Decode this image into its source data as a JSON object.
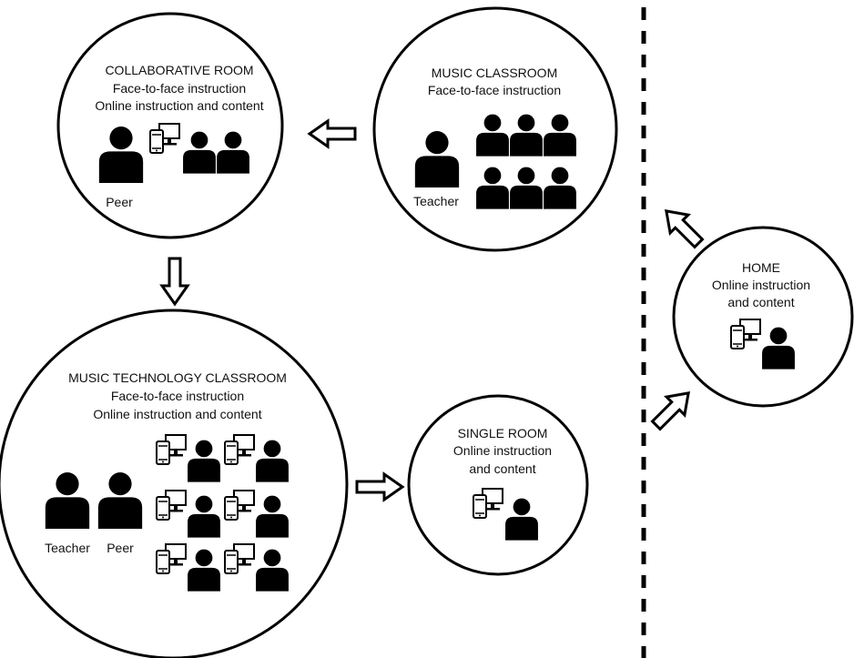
{
  "rooms": {
    "collaborative": {
      "title": "COLLABORATIVE ROOM",
      "line1": "Face-to-face instruction",
      "line2": "Online instruction and content",
      "person_label": "Peer"
    },
    "music_classroom": {
      "title": "MUSIC CLASSROOM",
      "line1": "Face-to-face instruction",
      "person_label": "Teacher"
    },
    "home": {
      "title": "HOME",
      "line1": "Online instruction",
      "line2": "and content"
    },
    "music_technology": {
      "title": "MUSIC TECHNOLOGY CLASSROOM",
      "line1": "Face-to-face instruction",
      "line2": "Online instruction and content",
      "teacher_label": "Teacher",
      "peer_label": "Peer"
    },
    "single": {
      "title": "SINGLE ROOM",
      "line1": "Online instruction",
      "line2": "and content"
    }
  },
  "icons": {
    "person": "person-icon",
    "devices": "devices-icon",
    "arrow": "arrow-icon"
  },
  "colors": {
    "ink": "#000000",
    "paper": "#ffffff"
  }
}
